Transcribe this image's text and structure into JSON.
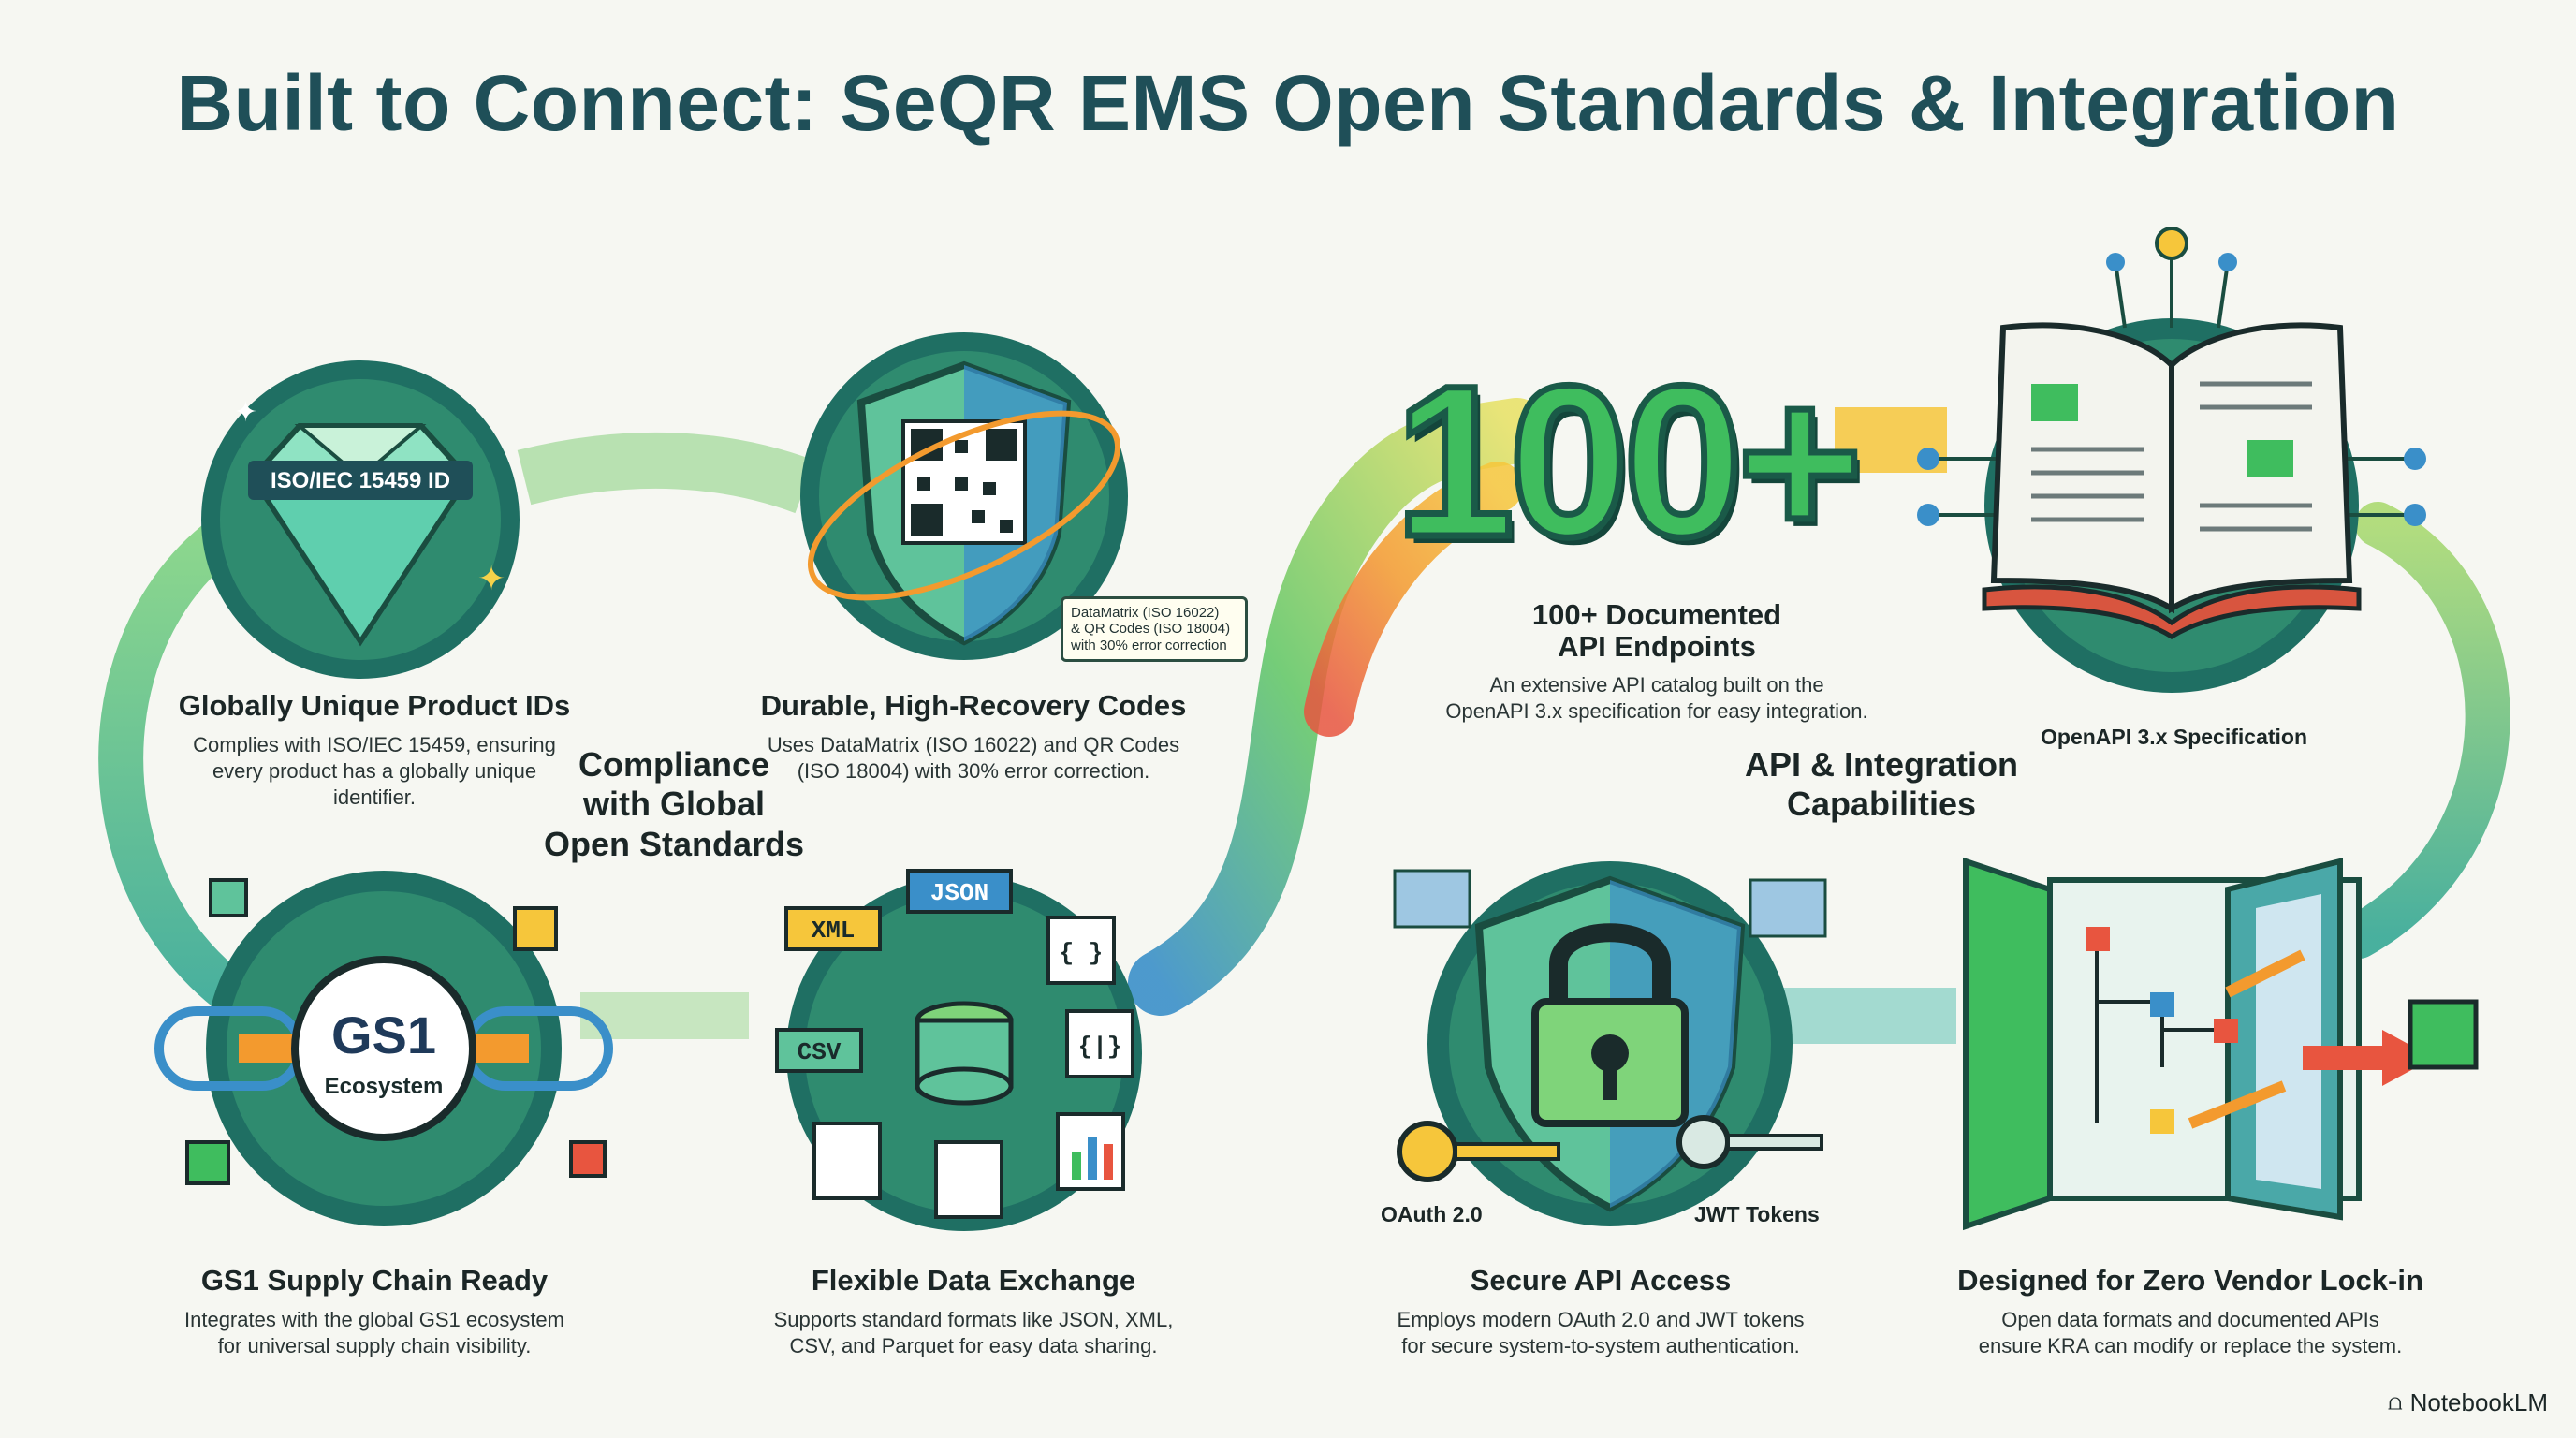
{
  "title": "Built to Connect: SeQR EMS Open Standards & Integration",
  "sections": {
    "compliance": "Compliance\nwith Global\nOpen Standards",
    "api": "API & Integration\nCapabilities"
  },
  "nodes": {
    "unique_ids": {
      "badge": "ISO/IEC 15459 ID",
      "heading": "Globally Unique Product IDs",
      "description": "Complies with ISO/IEC 15459, ensuring\nevery product has a globally unique\nidentifier."
    },
    "codes": {
      "tag": "DataMatrix (ISO 16022)\n& QR Codes (ISO 18004)\nwith 30% error correction",
      "heading": "Durable, High-Recovery Codes",
      "description": "Uses DataMatrix (ISO 16022) and QR Codes\n(ISO 18004) with 30% error correction."
    },
    "endpoints": {
      "number": "100+",
      "heading": "100+ Documented\nAPI Endpoints",
      "description": "An extensive API catalog built on the\nOpenAPI 3.x specification for easy integration."
    },
    "openapi": {
      "label": "OpenAPI 3.x Specification"
    },
    "gs1": {
      "logo": "GS1",
      "logo_sub": "Ecosystem",
      "heading": "GS1 Supply Chain Ready",
      "description": "Integrates with the global GS1 ecosystem\nfor universal supply chain visibility."
    },
    "data_exchange": {
      "formats": [
        "XML",
        "JSON",
        "CSV",
        "{ }",
        "{|}"
      ],
      "heading": "Flexible Data Exchange",
      "description": "Supports standard formats like JSON, XML,\nCSV, and Parquet for easy data sharing."
    },
    "secure_api": {
      "oauth_label": "OAuth 2.0",
      "jwt_label": "JWT Tokens",
      "heading": "Secure API Access",
      "description": "Employs modern OAuth 2.0 and JWT tokens\nfor secure system-to-system authentication."
    },
    "lockin": {
      "heading": "Designed for Zero Vendor Lock-in",
      "description": "Open data formats and documented APIs\nensure KRA can modify or replace the system."
    }
  },
  "brand": "NotebookLM",
  "colors": {
    "title": "#1f4f58",
    "green": "#3fbd5e",
    "teal": "#1f7d73",
    "orange": "#f39a2e",
    "red": "#e8553f",
    "blue": "#3a8fc9"
  }
}
